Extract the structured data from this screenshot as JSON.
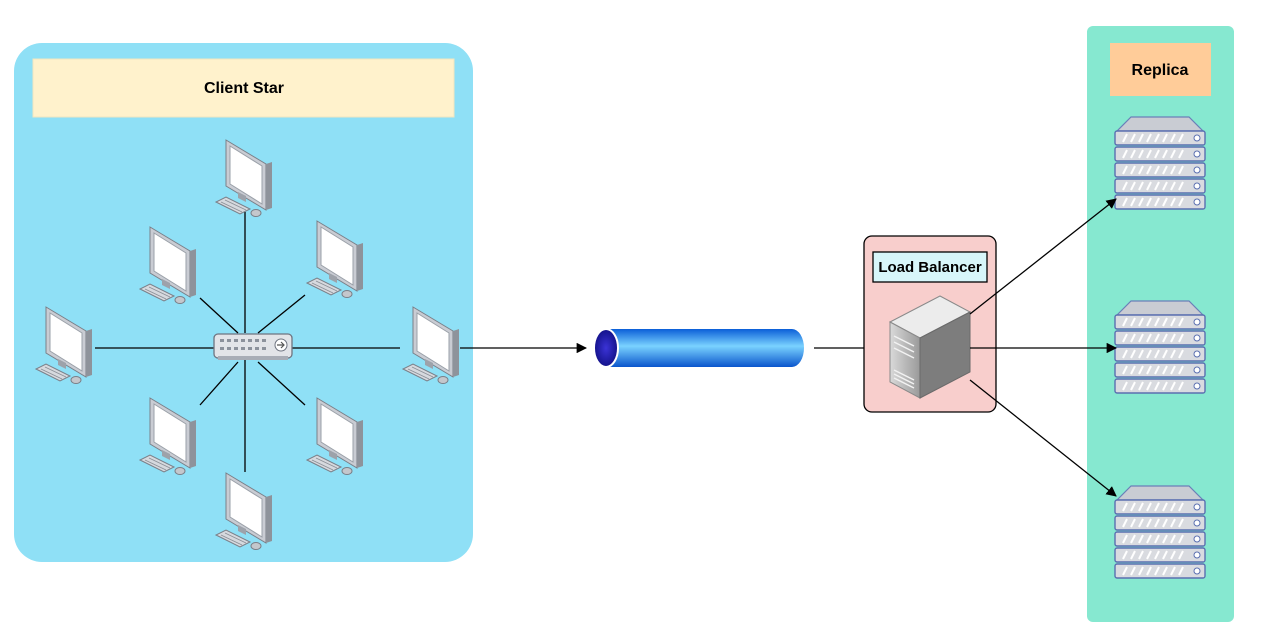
{
  "client_star": {
    "title": "Client Star",
    "panel_color": "#8fe0f6",
    "title_bg": "#fff2cc",
    "nodes": [
      "workstation-icon",
      "workstation-icon",
      "workstation-icon",
      "workstation-icon",
      "workstation-icon",
      "workstation-icon",
      "workstation-icon",
      "workstation-icon"
    ],
    "hub_icon": "network-switch-icon"
  },
  "pipe": {
    "icon": "pipe-cylinder-icon",
    "color": "#0a6fe6"
  },
  "load_balancer": {
    "title": "Load Balancer",
    "panel_color": "#f8cecc",
    "title_bg": "#d7f6fa",
    "icon": "server-tower-icon"
  },
  "replica": {
    "title": "Replica",
    "panel_color": "#86e8d0",
    "title_bg": "#ffcc99",
    "servers": [
      "rack-server-icon",
      "rack-server-icon",
      "rack-server-icon"
    ]
  }
}
